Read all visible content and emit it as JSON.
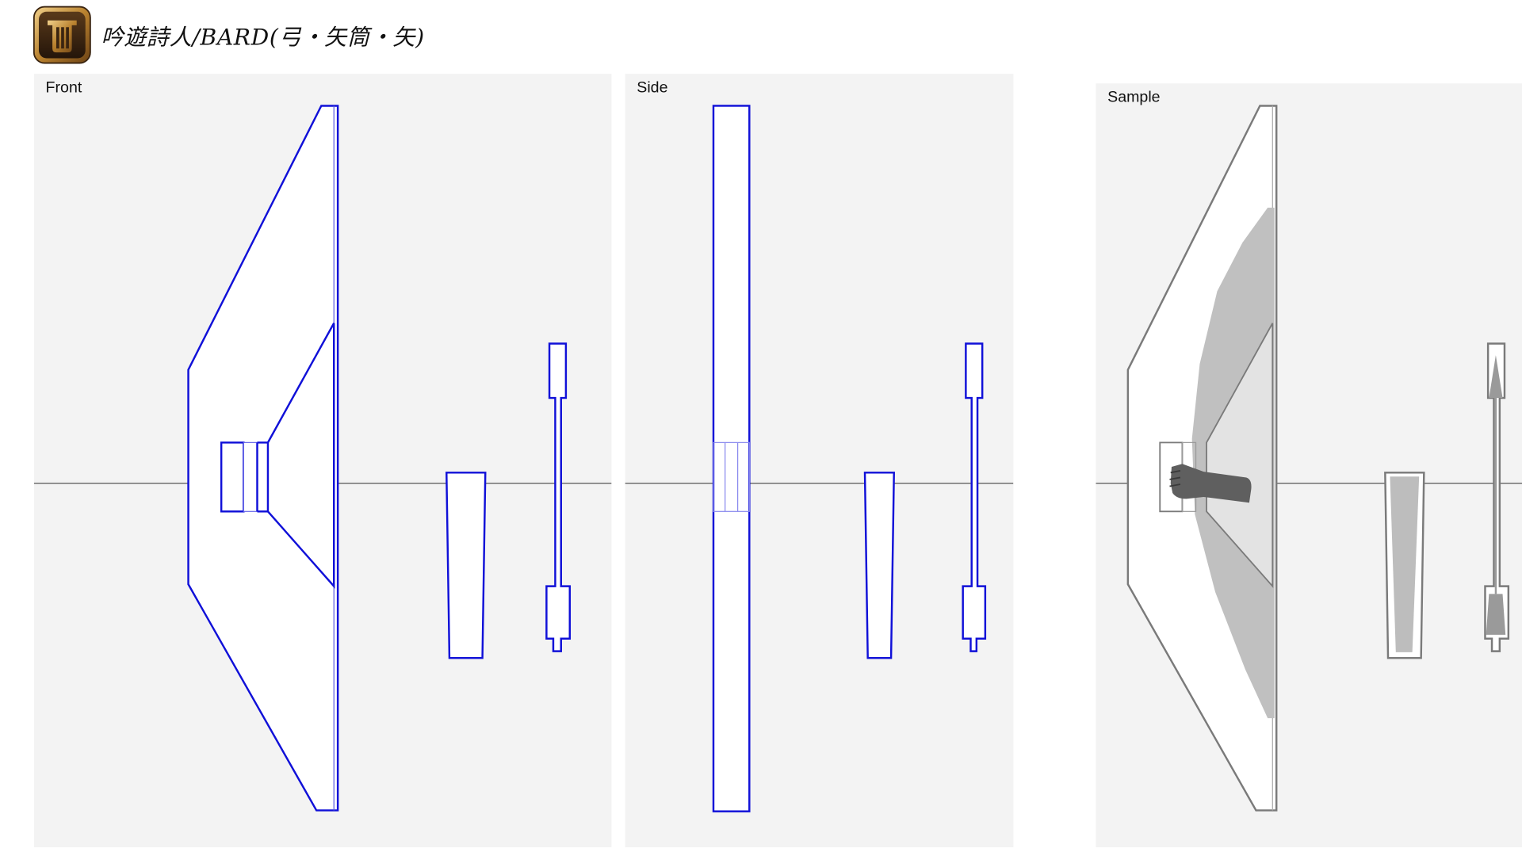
{
  "header": {
    "title": "吟遊詩人/BARD(弓・矢筒・矢)",
    "icon": "bard-job-icon"
  },
  "panels": {
    "front": {
      "label": "Front"
    },
    "side": {
      "label": "Side"
    },
    "sample": {
      "label": "Sample"
    }
  },
  "colors": {
    "panel_background": "#f3f3f3",
    "outline_blue": "#1010d8",
    "outline_grey": "#7a7a7a",
    "guide_line": "#555555",
    "icon_gold": "#c8963c",
    "icon_dark": "#3a2410"
  }
}
